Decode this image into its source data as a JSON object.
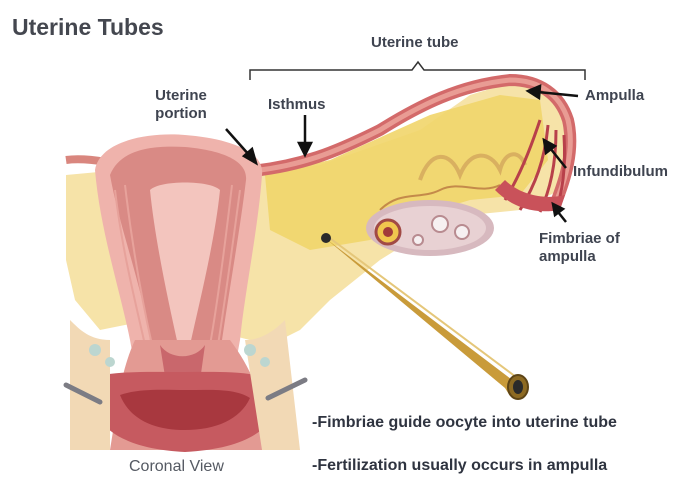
{
  "title": "Uterine Tubes",
  "labels": {
    "uterine_tube": "Uterine tube",
    "uterine_portion_line1": "Uterine",
    "uterine_portion_line2": "portion",
    "isthmus": "Isthmus",
    "ampulla": "Ampulla",
    "infundibulum": "Infundibulum",
    "fimbriae_line1": "Fimbriae of",
    "fimbriae_line2": "ampulla"
  },
  "caption": "Coronal View",
  "notes": [
    "-Fimbriae guide oocyte into uterine tube",
    "-Fertilization usually occurs in ampulla"
  ],
  "colors": {
    "tissue_pink": "#e9a7a0",
    "tissue_dark": "#b5404a",
    "fat_yellow": "#f3dc86",
    "probe_gold": "#c99b3a"
  }
}
